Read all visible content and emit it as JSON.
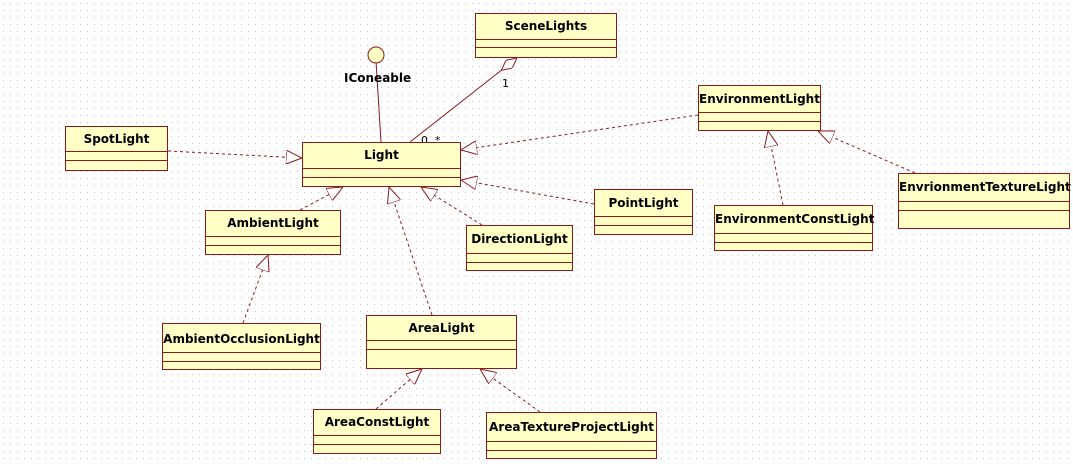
{
  "classes": {
    "scenelights": "SceneLights",
    "light": "Light",
    "spotlight": "SpotLight",
    "ambientlight": "AmbientLight",
    "ambientocclusionlight": "AmbientOcclusionLight",
    "arealight": "AreaLight",
    "areaconstlight": "AreaConstLight",
    "areatextureprojectlight": "AreaTextureProjectLight",
    "directionlight": "DirectionLight",
    "pointlight": "PointLight",
    "environmentlight": "EnvironmentLight",
    "environmentconstlight": "EnvironmentConstLight",
    "environmenttexturelight": "EnvrionmentTextureLight"
  },
  "interface": {
    "name": "IConeable"
  },
  "multiplicity": {
    "scenelights_end": "1",
    "light_end": "0..*"
  },
  "colors": {
    "class_fill": "#ffffc6",
    "border": "#8b1a1a",
    "line": "#8b1a1a"
  }
}
